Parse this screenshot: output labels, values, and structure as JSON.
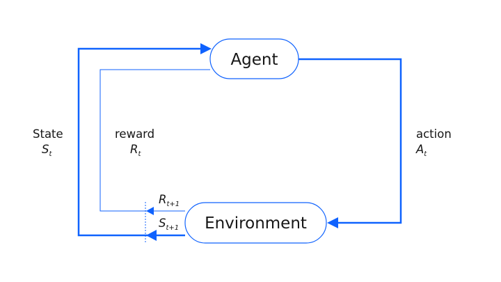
{
  "colors": {
    "accent": "#0f62fe",
    "text": "#161616",
    "background": "#ffffff"
  },
  "nodes": {
    "agent": "Agent",
    "environment": "Environment"
  },
  "labels": {
    "state": {
      "word": "State",
      "symbol": "S",
      "subscript": "t"
    },
    "reward": {
      "word": "reward",
      "symbol": "R",
      "subscript": "t"
    },
    "action": {
      "word": "action",
      "symbol": "A",
      "subscript": "t"
    },
    "next_reward": {
      "symbol": "R",
      "subscript": "t+1"
    },
    "next_state": {
      "symbol": "S",
      "subscript": "t+1"
    }
  }
}
